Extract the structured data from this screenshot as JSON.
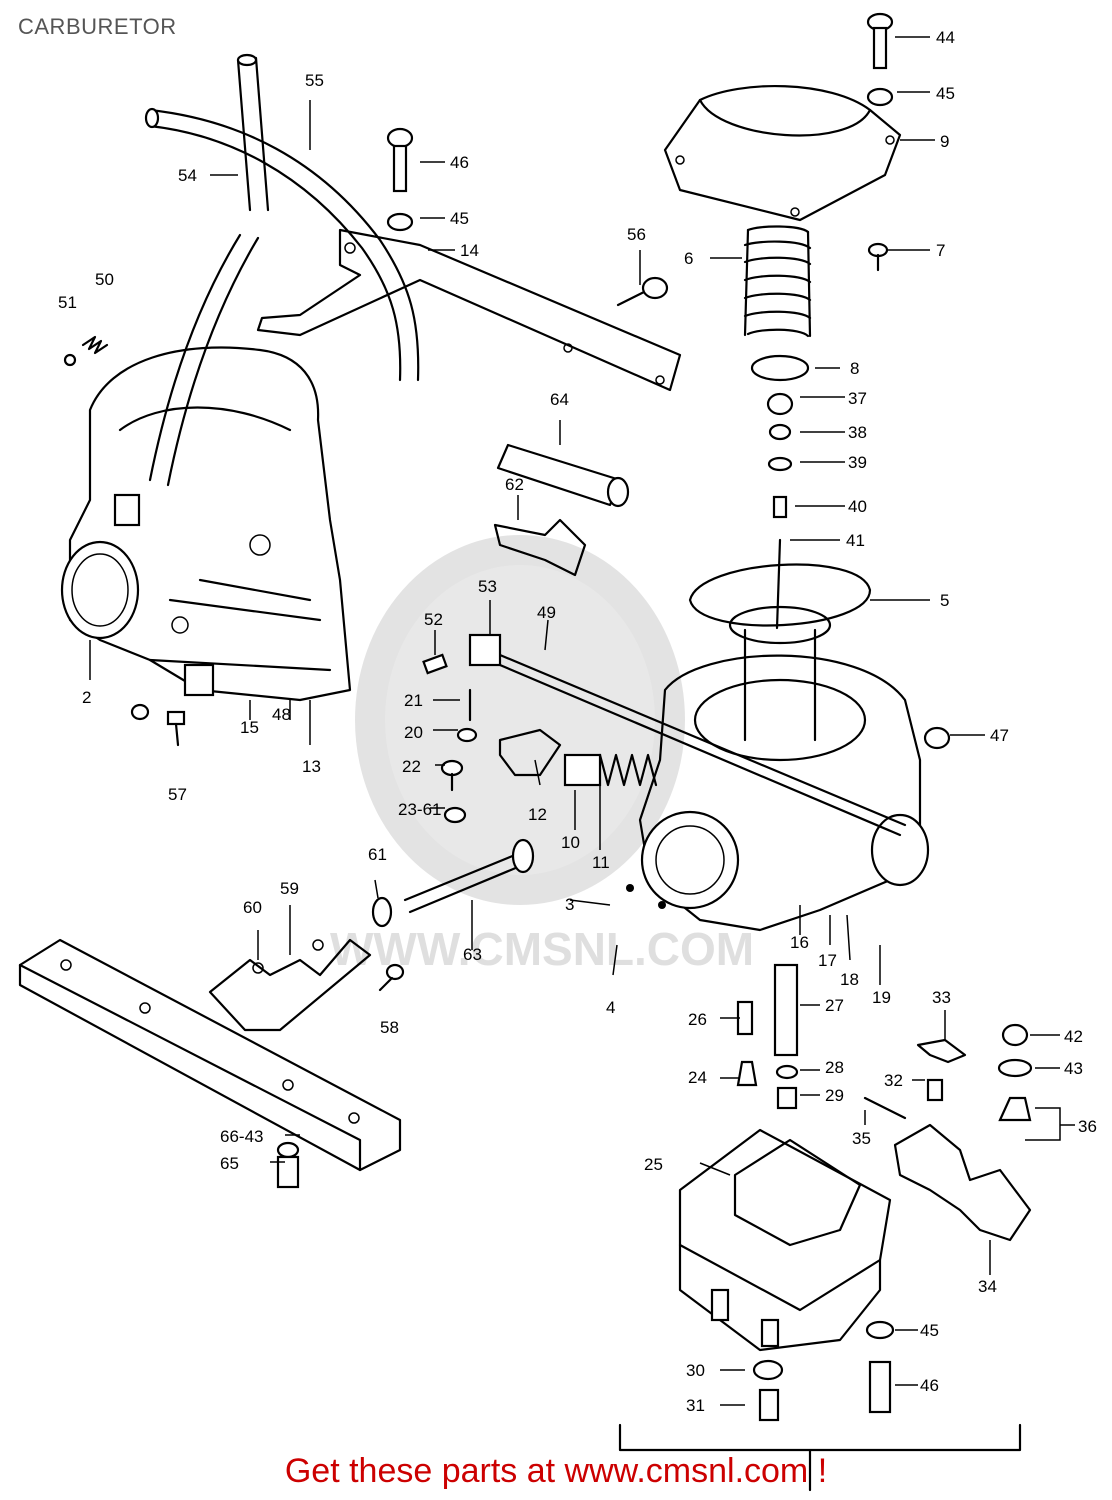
{
  "title": "CARBURETOR",
  "footer": "Get these parts at www.cmsnl.com !",
  "watermark": "WWW.CMSNL.COM",
  "colors": {
    "footer": "#cc0000",
    "title": "#555555",
    "ink": "#000000"
  },
  "callouts": [
    {
      "num": "44"
    },
    {
      "num": "45"
    },
    {
      "num": "9"
    },
    {
      "num": "7"
    },
    {
      "num": "6"
    },
    {
      "num": "8"
    },
    {
      "num": "37"
    },
    {
      "num": "38"
    },
    {
      "num": "39"
    },
    {
      "num": "40"
    },
    {
      "num": "41"
    },
    {
      "num": "5"
    },
    {
      "num": "47"
    },
    {
      "num": "55"
    },
    {
      "num": "54"
    },
    {
      "num": "46"
    },
    {
      "num": "45"
    },
    {
      "num": "14"
    },
    {
      "num": "56"
    },
    {
      "num": "50"
    },
    {
      "num": "51"
    },
    {
      "num": "64"
    },
    {
      "num": "62"
    },
    {
      "num": "53"
    },
    {
      "num": "52"
    },
    {
      "num": "49"
    },
    {
      "num": "21"
    },
    {
      "num": "20"
    },
    {
      "num": "22"
    },
    {
      "num": "23-61"
    },
    {
      "num": "12"
    },
    {
      "num": "10"
    },
    {
      "num": "11"
    },
    {
      "num": "2"
    },
    {
      "num": "15"
    },
    {
      "num": "48"
    },
    {
      "num": "13"
    },
    {
      "num": "57"
    },
    {
      "num": "61"
    },
    {
      "num": "60"
    },
    {
      "num": "59"
    },
    {
      "num": "58"
    },
    {
      "num": "63"
    },
    {
      "num": "3"
    },
    {
      "num": "4"
    },
    {
      "num": "16"
    },
    {
      "num": "17"
    },
    {
      "num": "18"
    },
    {
      "num": "19"
    },
    {
      "num": "26"
    },
    {
      "num": "27"
    },
    {
      "num": "24"
    },
    {
      "num": "28"
    },
    {
      "num": "29"
    },
    {
      "num": "33"
    },
    {
      "num": "32"
    },
    {
      "num": "35"
    },
    {
      "num": "42"
    },
    {
      "num": "43"
    },
    {
      "num": "36"
    },
    {
      "num": "25"
    },
    {
      "num": "34"
    },
    {
      "num": "66-43"
    },
    {
      "num": "65"
    },
    {
      "num": "45"
    },
    {
      "num": "30"
    },
    {
      "num": "46"
    },
    {
      "num": "31"
    }
  ]
}
